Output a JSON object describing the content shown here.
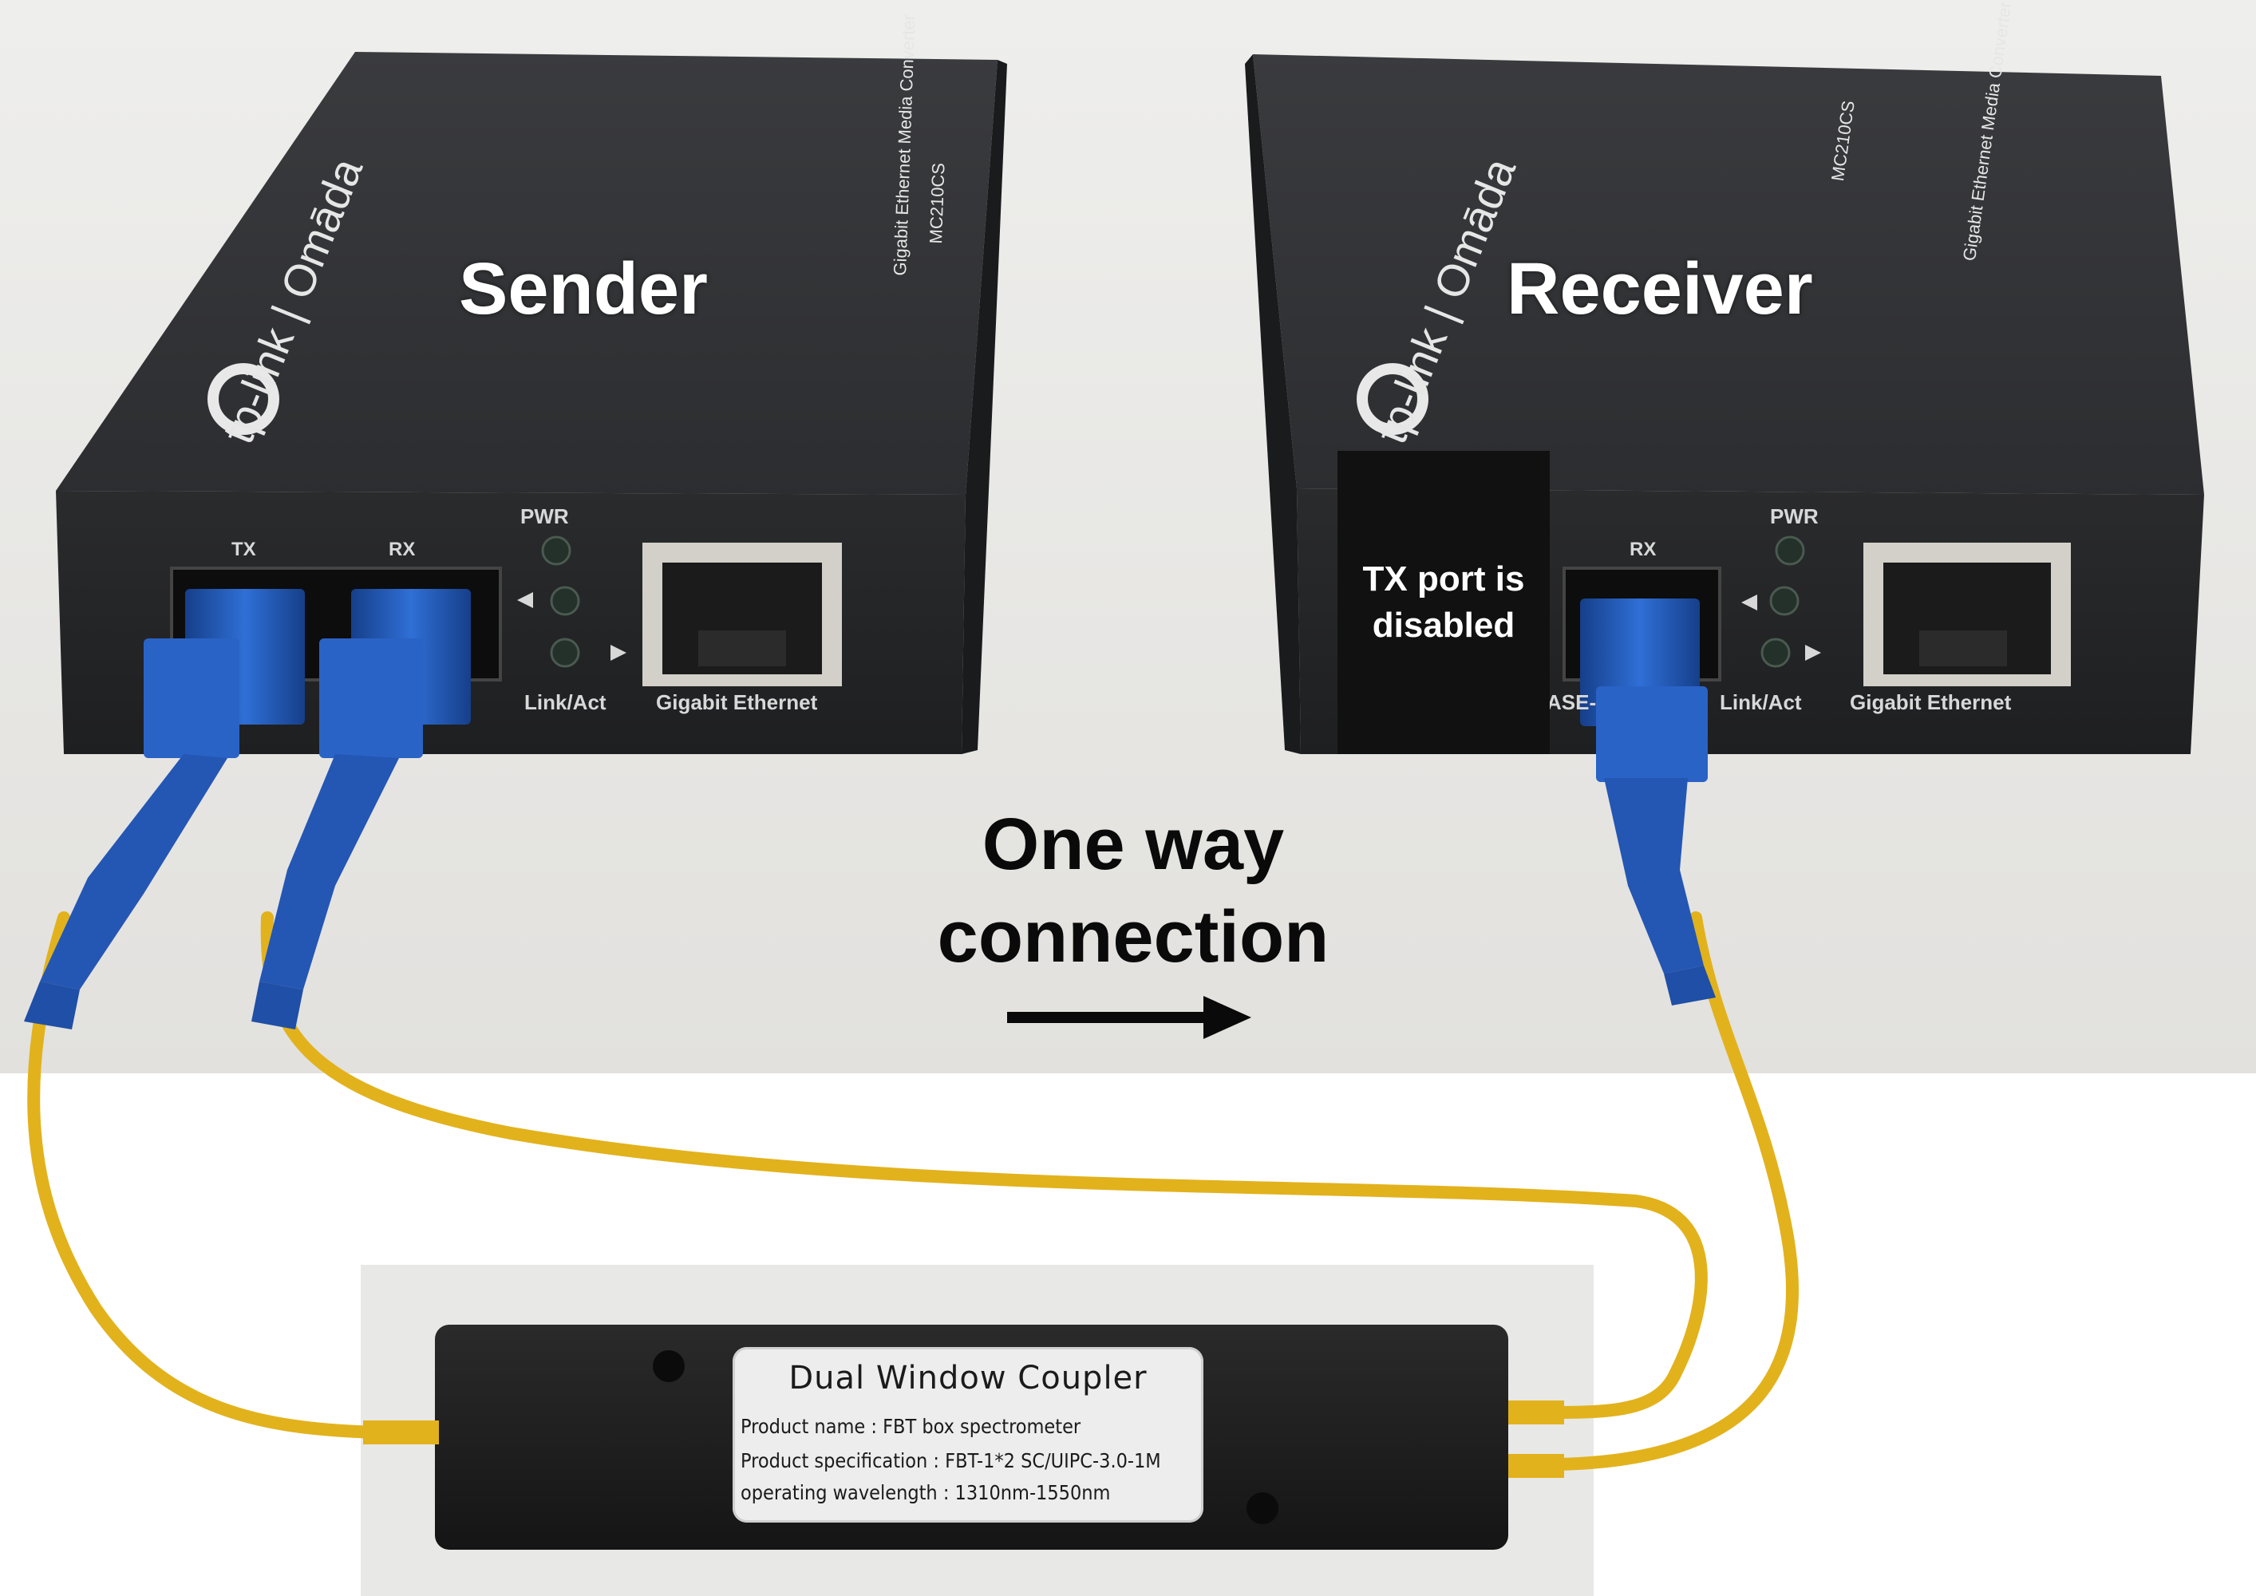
{
  "sender": {
    "title": "Sender",
    "brand": "tp-link | Omāda",
    "model": "MC210CS",
    "description": "Gigabit Ethernet Media Converter",
    "port_tx": "TX",
    "port_rx": "RX",
    "led_pwr": "PWR",
    "led_link": "Link/Act",
    "ethernet_port": "Gigabit Ethernet"
  },
  "receiver": {
    "title": "Receiver",
    "brand": "tp-link | Omāda",
    "model": "MC210CS",
    "description": "Gigabit Ethernet Media Converter",
    "port_rx": "RX",
    "led_pwr": "PWR",
    "led_link": "Link/Act",
    "ethernet_port": "Gigabit Ethernet",
    "tx_note": "TX port is disabled",
    "base_fragment": "ASE-"
  },
  "connection": {
    "label_line1": "One way",
    "label_line2": "connection",
    "arrow_icon": "right-arrow-icon"
  },
  "coupler": {
    "title": "Dual Window Coupler",
    "product_name": "Product name : FBT box spectrometer",
    "product_spec": "Product specification : FBT-1*2 SC/UIPC-3.0-1M",
    "wavelength": "operating wavelength : 1310nm-1550nm"
  },
  "colors": {
    "device_body": "#2b2c2e",
    "device_top": "#303133",
    "fiber": "#e2b21c",
    "connector": "#1f5fc4",
    "desk": "#e9e9e6",
    "led": "#2e7d32"
  }
}
